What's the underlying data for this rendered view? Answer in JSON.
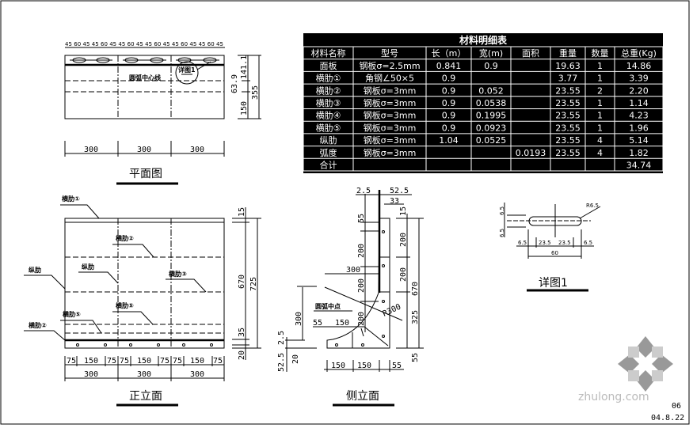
{
  "table": {
    "title": "材料明细表",
    "headers": [
      "材料名称",
      "型号",
      "长（m）",
      "宽(m)",
      "面积",
      "重量",
      "数量",
      "总重(Kg)"
    ],
    "rows": [
      [
        "面板",
        "钢板σ=2.5mm",
        "0.841",
        "0.9",
        "",
        "19.63",
        "1",
        "14.86"
      ],
      [
        "横肋①",
        "角钢∠50×5",
        "0.9",
        "",
        "",
        "3.77",
        "1",
        "3.39"
      ],
      [
        "横肋②",
        "钢板σ=3mm",
        "0.9",
        "0.052",
        "",
        "23.55",
        "2",
        "2.20"
      ],
      [
        "横肋③",
        "钢板σ=3mm",
        "0.9",
        "0.0538",
        "",
        "23.55",
        "1",
        "1.14"
      ],
      [
        "横肋④",
        "钢板σ=3mm",
        "0.9",
        "0.1995",
        "",
        "23.55",
        "1",
        "4.23"
      ],
      [
        "横肋⑤",
        "钢板σ=3mm",
        "0.9",
        "0.0923",
        "",
        "23.55",
        "1",
        "1.96"
      ],
      [
        "纵肋",
        "钢板σ=3mm",
        "1.04",
        "0.0525",
        "",
        "23.55",
        "4",
        "5.14"
      ],
      [
        "弧度",
        "钢板σ=3mm",
        "",
        "",
        "0.0193",
        "23.55",
        "4",
        "1.82"
      ],
      [
        "合计",
        "",
        "",
        "",
        "",
        "",
        "",
        "34.74"
      ]
    ]
  },
  "plan": {
    "title": "平面图",
    "top_dims": "45 60 45 45 60 45 45 60 45 45 60 45 45 60 45 45 60 45",
    "centerline_label": "圆弧中心线",
    "detail_callout": "详图1",
    "bottom_dims": [
      "300",
      "300",
      "300"
    ],
    "right_dims": [
      "141.1",
      "63.9",
      "150",
      "355"
    ]
  },
  "front": {
    "title": "正立面",
    "labels": [
      "横肋①",
      "横肋②",
      "纵肋",
      "纵肋",
      "横肋③",
      "横肋⑤",
      "横肋⑤",
      "横肋②"
    ],
    "sub_dims": [
      "75",
      "150",
      "75",
      "75",
      "150",
      "75",
      "75",
      "150",
      "75"
    ],
    "bottom_dims": [
      "300",
      "300",
      "300"
    ],
    "right_dims": [
      "15",
      "670",
      "725",
      "35",
      "20"
    ]
  },
  "side": {
    "title": "侧立面",
    "arc_center_label": "圆弧中点",
    "radius_label": "R300",
    "dims": [
      "2.5",
      "52.5",
      "33",
      "55",
      "200",
      "200",
      "300",
      "200",
      "300",
      "55",
      "150",
      "2.5",
      "52.5",
      "20",
      "150",
      "150",
      "55",
      "15",
      "200",
      "200",
      "670",
      "325",
      "55"
    ]
  },
  "detail": {
    "title": "详图1",
    "radius": "R6.5",
    "left_dims": [
      "6.5",
      "6.5"
    ],
    "dims": [
      "6.5",
      "23.5",
      "23.5",
      "6.5"
    ],
    "total": "60"
  },
  "footer": {
    "watermark": "zhulong.com",
    "code": "06",
    "date": "04.8.22"
  }
}
